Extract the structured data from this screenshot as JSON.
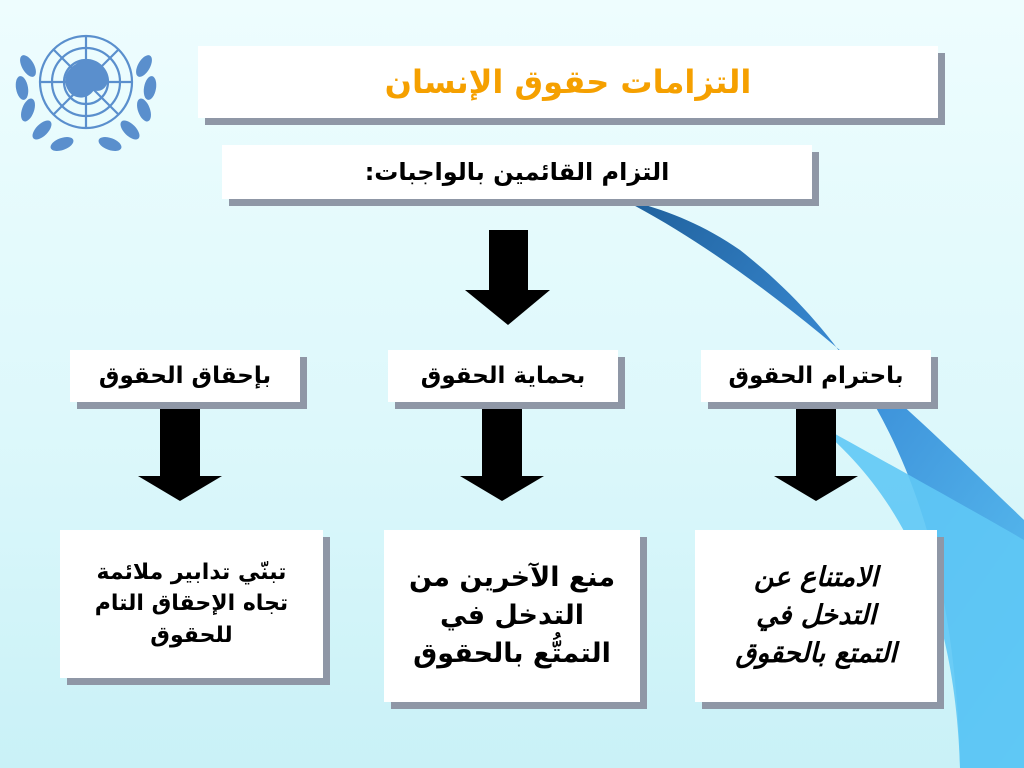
{
  "title": "التزامات حقوق الإنسان",
  "duty_bearers": "التزام القائمين بالواجبات:",
  "columns": [
    {
      "label": "بإحقاق الحقوق",
      "detail_lines": [
        "تبنّي تدابير ملائمة",
        "تجاه الإحقاق التام",
        "للحقوق"
      ]
    },
    {
      "label": "بحماية الحقوق",
      "detail_lines": [
        "منع الآخرين من",
        "التدخل في",
        "التمتُّع بالحقوق"
      ]
    },
    {
      "label": "باحترام الحقوق",
      "detail_lines": [
        "الامتناع عن",
        "التدخل في",
        "التمتع بالحقوق"
      ]
    }
  ],
  "colors": {
    "title": "#f5a000",
    "arrow": "#000000",
    "emblem": "#5a8fcd",
    "swoosh": "#5fc8f5"
  },
  "icons": {
    "emblem": "un-emblem-icon"
  }
}
